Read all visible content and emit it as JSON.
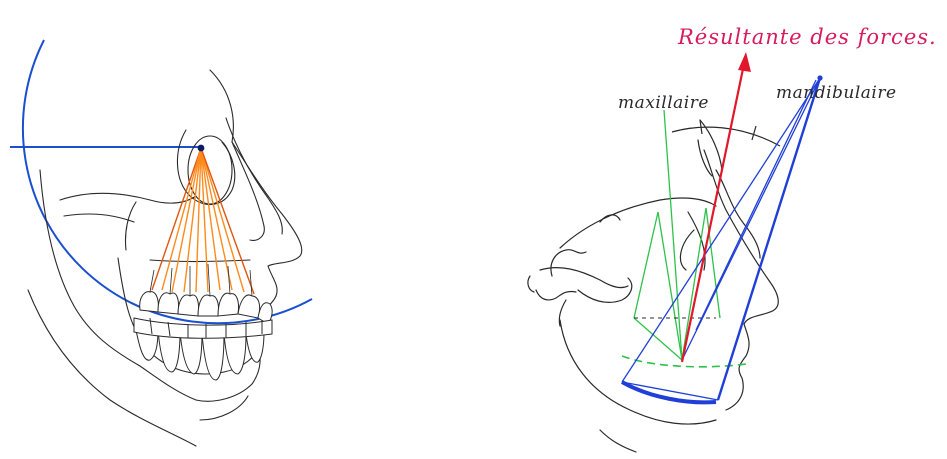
{
  "colors": {
    "line": "#2a2a2a",
    "circle": "#1a4fd0",
    "ray": "#ff8a1c",
    "ray_dark": "#e0560f",
    "green": "#2ec24a",
    "red": "#e3172b",
    "blue": "#1f3fd6",
    "pink": "#d81b5a",
    "dot": "#0a1a66"
  },
  "left_figure": {
    "icons": [
      "skull-profile",
      "dentition",
      "cranial-circle",
      "orbit-point"
    ]
  },
  "right_figure": {
    "title": "Résultante des forces.",
    "label_maxillaire": "maxillaire",
    "label_mandibulaire": "mandibulaire"
  }
}
